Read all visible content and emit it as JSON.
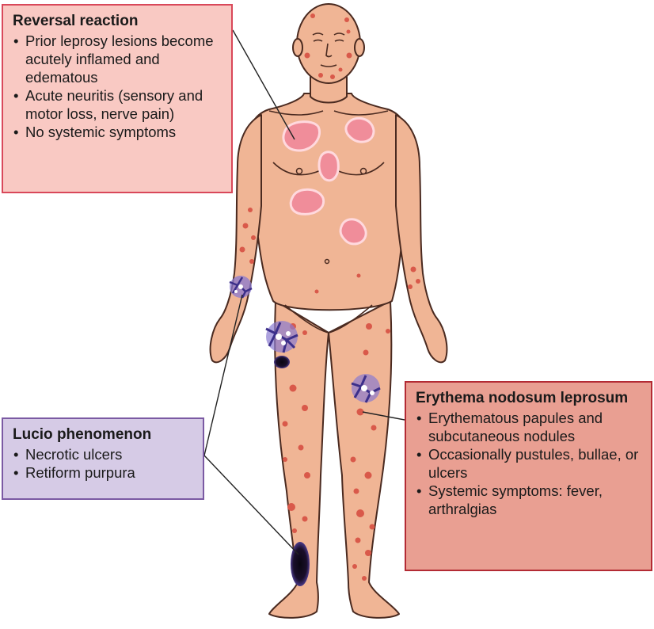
{
  "reversal_reaction": {
    "title": "Reversal reaction",
    "items": [
      "Prior leprosy lesions become acutely inflamed and edematous",
      "Acute neuritis (sensory and motor loss, nerve pain)",
      "No systemic symptoms"
    ],
    "fill_color": "#f9c9c3",
    "border_color": "#d9485a"
  },
  "erythema_nodosum_leprosum": {
    "title": "Erythema nodosum leprosum",
    "items": [
      "Erythematous papules and subcutaneous nodules",
      "Occasionally pustules, bullae, or ulcers",
      "Systemic symptoms: fever, arthralgias"
    ],
    "fill_color": "#e99f92",
    "border_color": "#b32b34"
  },
  "lucio_phenomenon": {
    "title": "Lucio phenomenon",
    "items": [
      "Necrotic ulcers",
      "Retiform purpura"
    ],
    "fill_color": "#d6cbe6",
    "border_color": "#7b5aa3"
  },
  "colors": {
    "skin": "#f0b595",
    "skin_outline": "#4a2a20",
    "plaque_fill": "#f08d9a",
    "plaque_border": "#ffd9de",
    "nodule": "#d9594a",
    "purpura": "#6a5bc4",
    "ulcer": "#1a0f2a"
  },
  "icons": [
    "human-figure",
    "reversal-plaque",
    "enl-nodule",
    "retiform-purpura",
    "necrotic-ulcer"
  ]
}
